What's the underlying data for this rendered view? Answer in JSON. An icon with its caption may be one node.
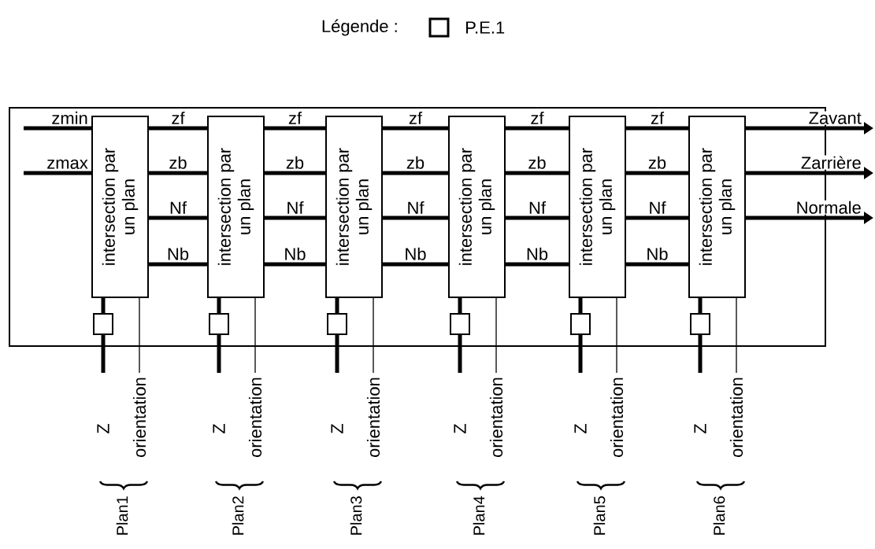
{
  "diagram": {
    "nodes": [
      {
        "text": [],
        "shape": "box"
      },
      {
        "text": [
          "intersection par un plan"
        ],
        "in": 0
      },
      {
        "text": [
          "intersection par un plan"
        ],
        "in": 0
      },
      {
        "text": [
          "intersection par un plan"
        ],
        "in": 0
      },
      {
        "text": [
          "intersection par un plan"
        ],
        "in": 0
      },
      {
        "text": [
          "intersection par un plan"
        ],
        "in": 0
      },
      {
        "text": [
          "intersection par un plan"
        ],
        "in": 0
      },
      {
        "text": [],
        "shape": "box",
        "in": 0
      },
      {
        "text": [],
        "shape": "box",
        "in": 0
      },
      {
        "text": [],
        "shape": "box",
        "in": 0
      },
      {
        "text": [],
        "shape": "box",
        "in": 0
      },
      {
        "text": [],
        "shape": "box",
        "in": 0
      },
      {
        "text": [],
        "shape": "box",
        "in": 0
      }
    ],
    "edges": [
      {
        "from": null,
        "to": 1,
        "arrow": "none",
        "label": "zmin"
      },
      {
        "from": null,
        "to": 1,
        "arrow": "none",
        "label": "zmax"
      },
      {
        "from": 1,
        "to": 2,
        "arrow": "none",
        "label": "zf"
      },
      {
        "from": 1,
        "to": 2,
        "arrow": "none",
        "label": "zb"
      },
      {
        "from": 1,
        "to": 2,
        "arrow": "none",
        "label": "Nf"
      },
      {
        "from": 1,
        "to": 2,
        "arrow": "none",
        "label": "Nb"
      },
      {
        "from": 2,
        "to": 3,
        "arrow": "none",
        "label": "zf"
      },
      {
        "from": 2,
        "to": 3,
        "arrow": "none",
        "label": "zb"
      },
      {
        "from": 2,
        "to": 3,
        "arrow": "none",
        "label": "Nf"
      },
      {
        "from": 2,
        "to": 3,
        "arrow": "none",
        "label": "Nb"
      },
      {
        "from": 3,
        "to": 4,
        "arrow": "none",
        "label": "zf"
      },
      {
        "from": 3,
        "to": 4,
        "arrow": "none",
        "label": "zb"
      },
      {
        "from": 3,
        "to": 4,
        "arrow": "none",
        "label": "Nf"
      },
      {
        "from": 3,
        "to": 4,
        "arrow": "none",
        "label": "Nb"
      },
      {
        "from": 4,
        "to": 5,
        "arrow": "none",
        "label": "zf"
      },
      {
        "from": 4,
        "to": 5,
        "arrow": "none",
        "label": "zb"
      },
      {
        "from": 4,
        "to": 5,
        "arrow": "none",
        "label": "Nf"
      },
      {
        "from": 4,
        "to": 5,
        "arrow": "none",
        "label": "Nb"
      },
      {
        "from": 5,
        "to": 6,
        "arrow": "none",
        "label": "zf"
      },
      {
        "from": 5,
        "to": 6,
        "arrow": "none",
        "label": "zb"
      },
      {
        "from": 5,
        "to": 6,
        "arrow": "none",
        "label": "Nf"
      },
      {
        "from": 5,
        "to": 6,
        "arrow": "none",
        "label": "Nb"
      },
      {
        "from": 6,
        "to": null,
        "arrow": "to",
        "label": "Zavant"
      },
      {
        "from": 6,
        "to": null,
        "arrow": "to",
        "label": "Zarrière"
      },
      {
        "from": 6,
        "to": null,
        "arrow": "to",
        "label": "Normale"
      },
      {
        "from": 1,
        "to": 7,
        "arrow": "none"
      },
      {
        "from": 7,
        "to": null,
        "arrow": "none",
        "label": "Z"
      },
      {
        "from": 1,
        "to": null,
        "arrow": "none",
        "label": "orientation"
      },
      {
        "from": 2,
        "to": 8,
        "arrow": "none"
      },
      {
        "from": 8,
        "to": null,
        "arrow": "none",
        "label": "Z"
      },
      {
        "from": 2,
        "to": null,
        "arrow": "none",
        "label": "orientation"
      },
      {
        "from": 3,
        "to": 9,
        "arrow": "none"
      },
      {
        "from": 9,
        "to": null,
        "arrow": "none",
        "label": "Z"
      },
      {
        "from": 3,
        "to": null,
        "arrow": "none",
        "label": "orientation"
      },
      {
        "from": 4,
        "to": 10,
        "arrow": "none"
      },
      {
        "from": 10,
        "to": null,
        "arrow": "none",
        "label": "Z"
      },
      {
        "from": 4,
        "to": null,
        "arrow": "none",
        "label": "orientation"
      },
      {
        "from": 5,
        "to": 11,
        "arrow": "none"
      },
      {
        "from": 11,
        "to": null,
        "arrow": "none",
        "label": "Z"
      },
      {
        "from": 5,
        "to": null,
        "arrow": "none",
        "label": "orientation"
      },
      {
        "from": 6,
        "to": 12,
        "arrow": "none"
      },
      {
        "from": 12,
        "to": null,
        "arrow": "none",
        "label": "Z"
      },
      {
        "from": 6,
        "to": null,
        "arrow": "none",
        "label": "orientation"
      }
    ],
    "labels": [
      "Légende :",
      "Plan1",
      "Plan2",
      "Plan3",
      "Plan4",
      "Plan5",
      "Plan6"
    ],
    "legend": [
      {
        "text": "P.E.1"
      }
    ]
  }
}
